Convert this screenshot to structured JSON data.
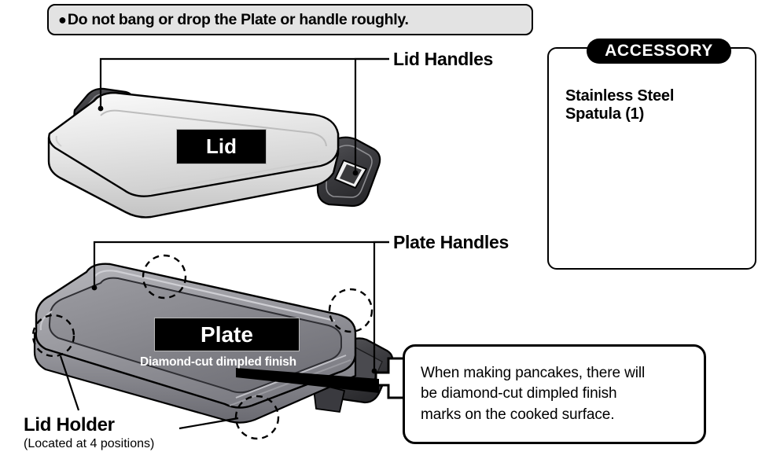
{
  "warning": {
    "bullet": "●",
    "text": "Do not bang or drop the Plate or handle roughly."
  },
  "accessory": {
    "tab_label": "ACCESSORY",
    "item_label": "Stainless Steel\nSpatula (1)",
    "item_icon": "spatula-icon"
  },
  "labels": {
    "lid_handles": "Lid Handles",
    "plate_handles": "Plate Handles",
    "lid_holder": "Lid Holder",
    "lid_holder_note": "(Located at 4 positions)"
  },
  "captions": {
    "lid": "Lid",
    "plate": "Plate",
    "dimpled_finish": "Diamond-cut dimpled finish"
  },
  "callout": {
    "line1": "When making pancakes, there will",
    "line2": "be diamond-cut dimpled finish",
    "line3": "marks on the cooked surface."
  },
  "colors": {
    "warning_fill": "#e3e3e3",
    "outline": "#000000",
    "handle_dark": "#3a3a3c",
    "lid_light": "#e6e6e6",
    "plate_gray": "#8e8e92",
    "metal_light": "#dcdcdc"
  }
}
